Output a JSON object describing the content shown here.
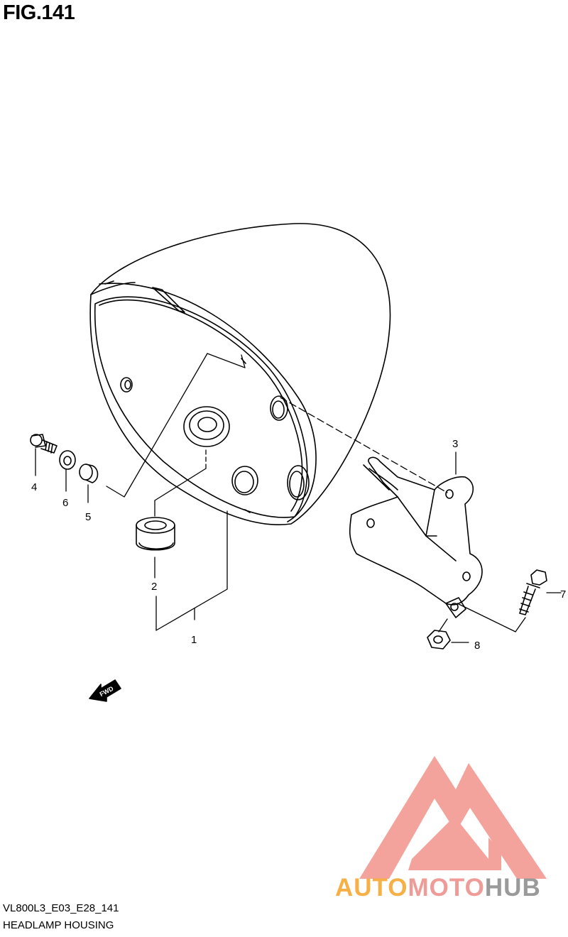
{
  "figure": {
    "title": "FIG.141"
  },
  "callouts": [
    {
      "id": "1",
      "label": "1"
    },
    {
      "id": "2",
      "label": "2"
    },
    {
      "id": "3",
      "label": "3"
    },
    {
      "id": "4",
      "label": "4"
    },
    {
      "id": "5",
      "label": "5"
    },
    {
      "id": "6",
      "label": "6"
    },
    {
      "id": "7",
      "label": "7"
    },
    {
      "id": "8",
      "label": "8"
    }
  ],
  "fwd_label": "FWD",
  "footer": {
    "code": "VL800L3_E03_E28_141",
    "name": "HEADLAMP HOUSING"
  },
  "watermark": {
    "part1": "AUTO",
    "part2": "MOTO",
    "part3": "HUB",
    "colors": {
      "part1": "#f7b046",
      "part2": "#ef9c98",
      "part3": "#9a9a9a",
      "logo": "#f4a39c"
    }
  }
}
